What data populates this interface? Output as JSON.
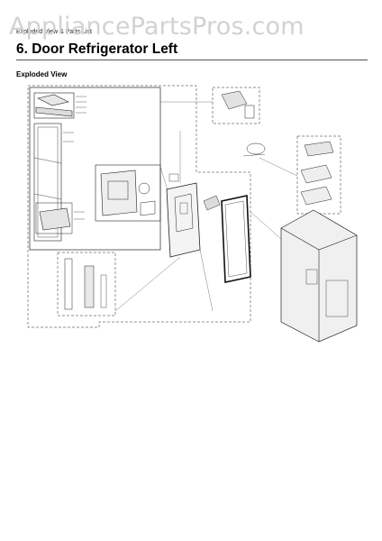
{
  "watermark": "AppliancePartsPros.com",
  "header": {
    "breadcrumb": "Exploded View & Parts List",
    "section_title": "6.  Door Refrigerator Left",
    "subhead": "Exploded View"
  }
}
